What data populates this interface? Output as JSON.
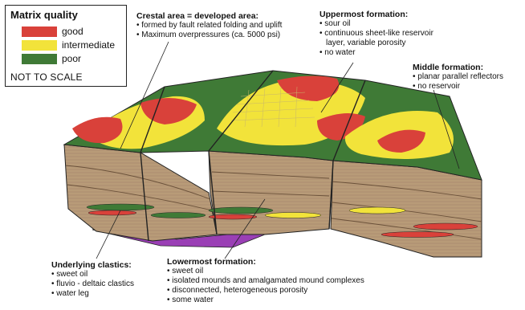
{
  "legend": {
    "title": "Matrix quality",
    "items": [
      {
        "label": "good",
        "color": "#d9413a"
      },
      {
        "label": "intermediate",
        "color": "#f2e33a"
      },
      {
        "label": "poor",
        "color": "#3f7a36"
      }
    ],
    "note": "NOT TO SCALE"
  },
  "annotations": {
    "crestal": {
      "heading": "Crestal area = developed area:",
      "bullets": [
        "formed by fault related folding and uplift",
        "Maximum overpressures (ca. 5000 psi)"
      ]
    },
    "uppermost": {
      "heading": "Uppermost formation:",
      "bullets": [
        "sour oil",
        "continuous sheet-like reservoir layer, variable porosity",
        "no water"
      ]
    },
    "middle": {
      "heading": "Middle formation:",
      "bullets": [
        "planar parallel reflectors",
        "no reservoir"
      ]
    },
    "underlying": {
      "heading": "Underlying clastics:",
      "bullets": [
        "sweet oil",
        "fluvio - deltaic clastics",
        "water leg"
      ]
    },
    "lowermost": {
      "heading": "Lowermost formation:",
      "bullets": [
        "sweet oil",
        "isolated mounds and amalgamated mound complexes",
        "disconnected, heterogeneous porosity",
        "some water"
      ]
    }
  },
  "colors": {
    "good": "#d9413a",
    "intermediate": "#f2e33a",
    "poor": "#3f7a36",
    "rock": "#b89b78",
    "rock_dark": "#8a6e52",
    "underlying": "#9a3fb5"
  }
}
